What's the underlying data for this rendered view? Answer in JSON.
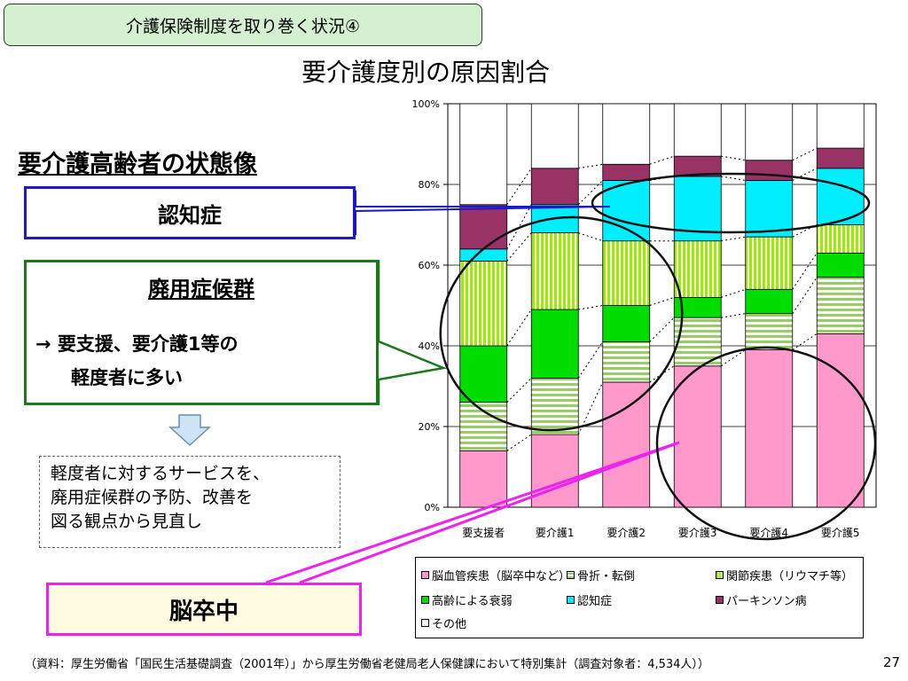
{
  "header": {
    "title": "介護保険制度を取り巻く状況④"
  },
  "chart_title": "要介護度別の原因割合",
  "left": {
    "profile_heading": "要介護高齢者の状態像",
    "dementia_label": "認知症",
    "disuse_title": "廃用症候群",
    "disuse_line1": "→  要支援、要介護1等の",
    "disuse_line2": "軽度者に多い",
    "note_lines": [
      "軽度者に対するサービスを、",
      "廃用症候群の予防、改善を",
      "図る観点から見直し"
    ],
    "stroke_label": "脳卒中"
  },
  "chart_data": {
    "type": "bar",
    "stacked": true,
    "categories": [
      "要支援者",
      "要介護1",
      "要介護2",
      "要介護3",
      "要介護4",
      "要介護5"
    ],
    "ytick_labels": [
      "0%",
      "20%",
      "40%",
      "60%",
      "80%",
      "100%"
    ],
    "ylim": [
      0,
      100
    ],
    "series": [
      {
        "name": "脳血管疾患（脳卒中など）",
        "color": "#ff99cc",
        "pattern": "solid",
        "values": [
          14,
          18,
          31,
          35,
          39,
          43
        ]
      },
      {
        "name": "骨折・転倒",
        "color": "#99cc66",
        "pattern": "hstripe",
        "values": [
          12,
          14,
          10,
          12,
          9,
          14
        ]
      },
      {
        "name": "高齢による衰弱",
        "color": "#00dd00",
        "pattern": "solid",
        "values": [
          14,
          17,
          9,
          5,
          6,
          6
        ]
      },
      {
        "name": "関節疾患（リウマチ等）",
        "color": "#99ee00",
        "pattern": "vstripe",
        "values": [
          21,
          19,
          16,
          14,
          13,
          7
        ]
      },
      {
        "name": "認知症",
        "color": "#00eeff",
        "pattern": "solid",
        "values": [
          3,
          7,
          15,
          16,
          14,
          14
        ]
      },
      {
        "name": "パーキンソン病",
        "color": "#993366",
        "pattern": "solid",
        "values": [
          11,
          9,
          4,
          5,
          5,
          5
        ]
      },
      {
        "name": "その他",
        "color": "#ffffff",
        "pattern": "solid",
        "values": [
          25,
          16,
          15,
          13,
          14,
          11
        ]
      }
    ],
    "legend_order": [
      0,
      1,
      3,
      2,
      4,
      5,
      6
    ],
    "legend_placement": "bottom",
    "grid": true
  },
  "source_note": "（資料：厚生労働省「国民生活基礎調査（2001年）」から厚生労働省老健局老人保健課において特別集計（調査対象者：4,534人））",
  "page_number": "27"
}
